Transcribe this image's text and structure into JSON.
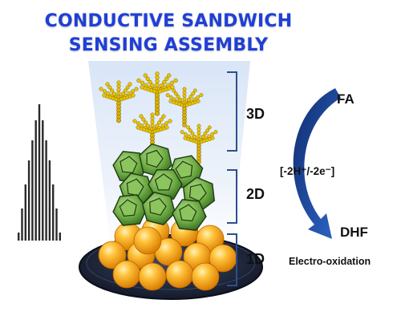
{
  "title": {
    "line1": "CONDUCTIVE SANDWICH",
    "line2": "SENSING ASSEMBLY"
  },
  "layers": {
    "layer_3d": "3D",
    "layer_2d": "2D",
    "layer_1d": "1D"
  },
  "reaction": {
    "reactant": "FA",
    "product": "DHF",
    "conditions": "[-2H⁺/-2e⁻]",
    "process": "Electro-oxidation"
  },
  "colors": {
    "title": "#1f3fd6",
    "arrow": "#1a3f8f",
    "sphere": "#f4a21c",
    "polyhedron": "#5e9a3a",
    "plate": "#1c2233",
    "bracket": "#2e4f8c",
    "tree": "#d9b400"
  }
}
